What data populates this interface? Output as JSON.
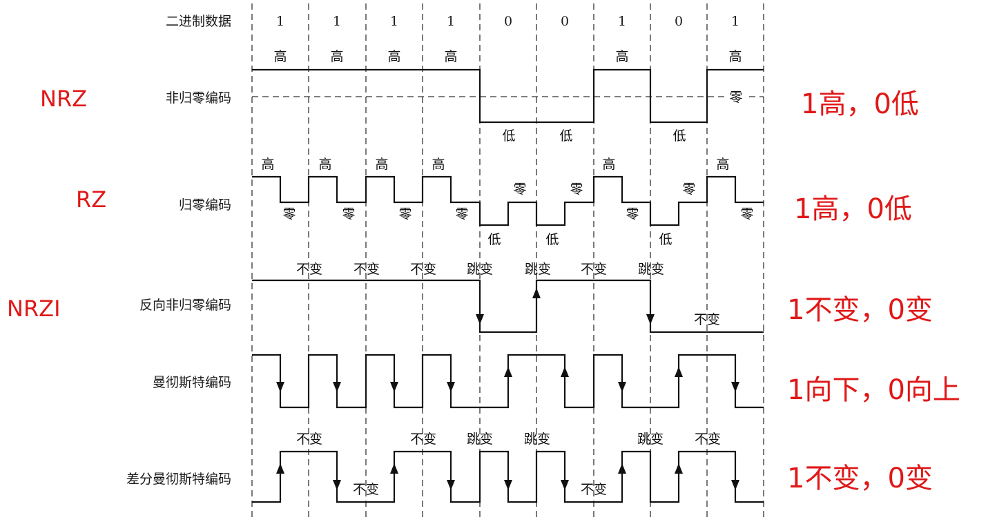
{
  "bits_header": "二进制数据",
  "bits": [
    "1",
    "1",
    "1",
    "1",
    "0",
    "0",
    "1",
    "0",
    "1"
  ],
  "rows": [
    {
      "id": "nrz",
      "label": "非归零编码",
      "side": "NRZ",
      "note": "1高，0低"
    },
    {
      "id": "rz",
      "label": "归零编码",
      "side": "RZ",
      "note": "1高，0低"
    },
    {
      "id": "nrzi",
      "label": "反向非归零编码",
      "side": "NRZI",
      "note": "1不变，0变"
    },
    {
      "id": "manchester",
      "label": "曼彻斯特编码",
      "side": "",
      "note": "1向下，0向上"
    },
    {
      "id": "diffman",
      "label": "差分曼彻斯特编码",
      "side": "",
      "note": "1不变，0变"
    }
  ],
  "annotations": {
    "nrz_top": [
      "高",
      "高",
      "高",
      "高",
      "高",
      "高"
    ],
    "nrz_zero": "零",
    "nrz_bottom": [
      "低",
      "低",
      "低"
    ],
    "rz_top": [
      "高",
      "高",
      "高",
      "高",
      "高",
      "高"
    ],
    "rz_zero": [
      "零",
      "零",
      "零",
      "零",
      "零",
      "零",
      "零",
      "零",
      "零"
    ],
    "rz_bottom": [
      "低",
      "低",
      "低"
    ],
    "nrzi_top": [
      "不变",
      "不变",
      "不变",
      "跳变",
      "跳变",
      "不变",
      "跳变"
    ],
    "nrzi_bottom": "不变",
    "diff_top": [
      "不变",
      "不变",
      "跳变",
      "跳变",
      "跳变",
      "不变"
    ],
    "diff_bottom": [
      "不变",
      "不变"
    ]
  },
  "colors": {
    "line": "#111111",
    "grid": "#333333",
    "handwriting": "#e01818"
  }
}
